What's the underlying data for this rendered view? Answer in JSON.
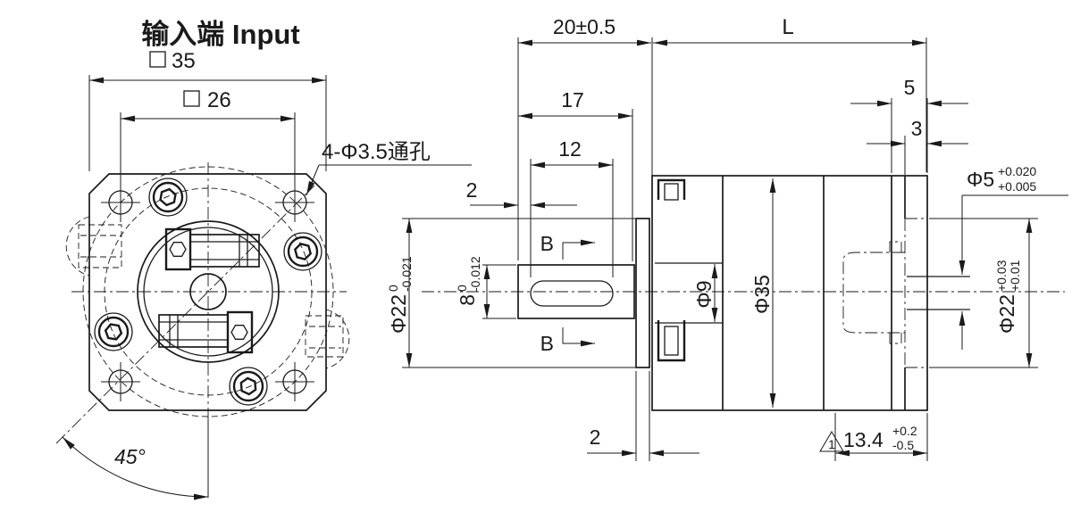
{
  "front": {
    "title": "输入端 Input",
    "dim_square_35": {
      "symbol": "□",
      "value": "35"
    },
    "dim_square_26": {
      "symbol": "□",
      "value": "26"
    },
    "holes_label": "4-Φ3.5通孔",
    "angle": "45°"
  },
  "side": {
    "protrusion": "20±0.5",
    "length": "L",
    "d17": "17",
    "d12": "12",
    "d2_key": "2",
    "d2_plate": "2",
    "d5": "5",
    "d3": "3",
    "shaft": {
      "base": "8",
      "tol_top": "0",
      "tol_bot": "-0.012"
    },
    "pilot": {
      "base": "Φ22",
      "tol_top": "0",
      "tol_bot": "-0.021"
    },
    "neck": "Φ9",
    "body": "Φ35",
    "pin": {
      "base": "Φ5",
      "tol_top": "+0.020",
      "tol_bot": "+0.005"
    },
    "bore": {
      "base": "Φ22",
      "tol_top": "+0.03",
      "tol_bot": "+0.01"
    },
    "depth": {
      "base": "13.4",
      "tol_top": "+0.2",
      "tol_bot": "-0.5"
    },
    "rev": "1",
    "section_b_top": "B",
    "section_b_bottom": "B"
  },
  "colors": {
    "line": "#1a1a1a",
    "background": "#ffffff"
  }
}
